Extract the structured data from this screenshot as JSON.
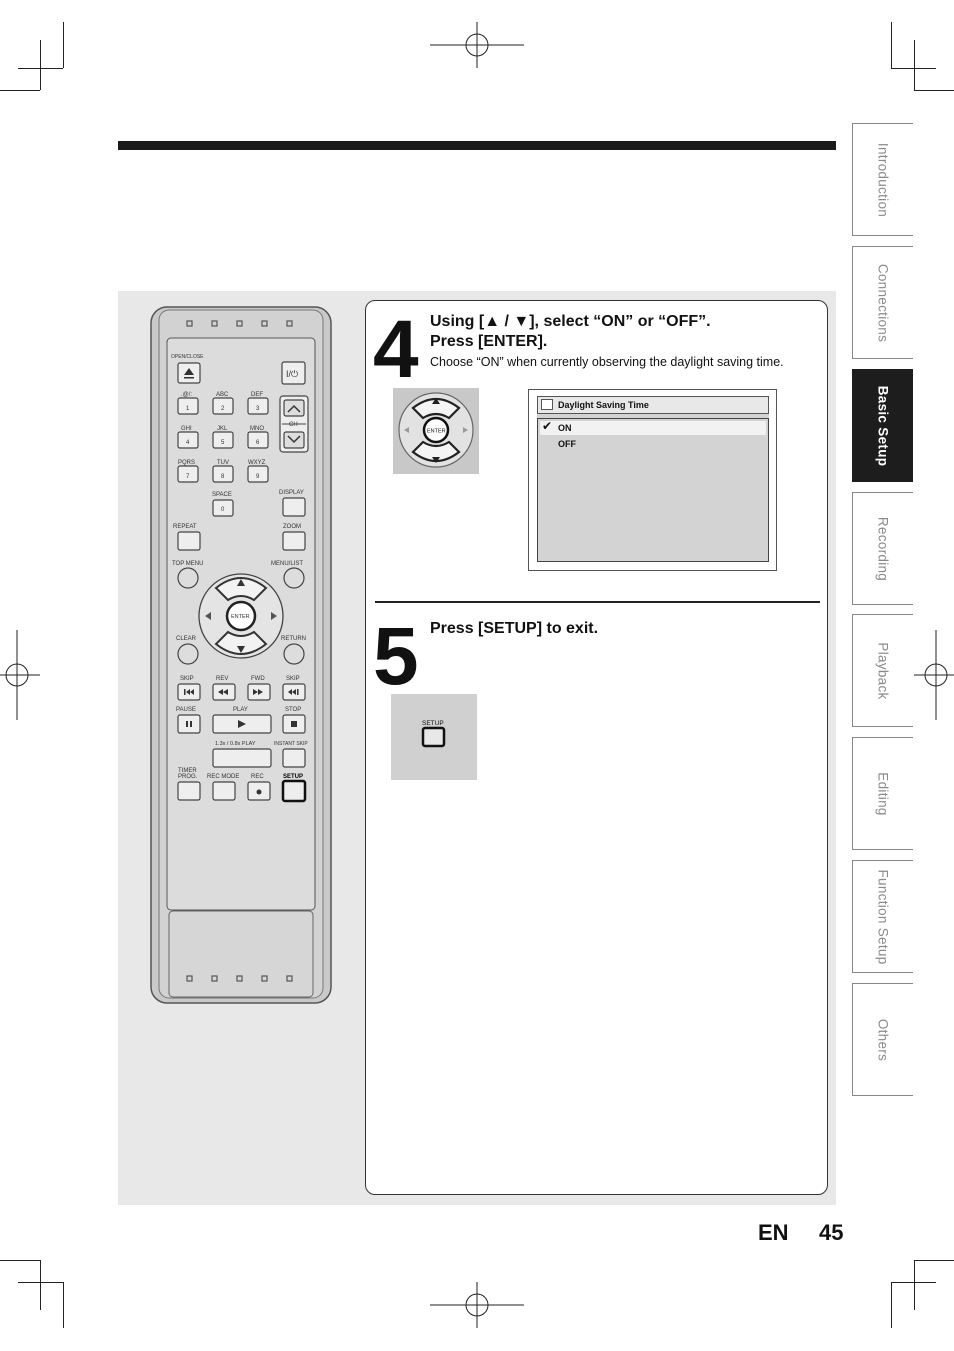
{
  "page": {
    "lang": "EN",
    "number": "45"
  },
  "tabs": [
    {
      "label": "Introduction",
      "active": false
    },
    {
      "label": "Connections",
      "active": false
    },
    {
      "label": "Basic Setup",
      "active": true
    },
    {
      "label": "Recording",
      "active": false
    },
    {
      "label": "Playback",
      "active": false
    },
    {
      "label": "Editing",
      "active": false
    },
    {
      "label": "Function Setup",
      "active": false
    },
    {
      "label": "Others",
      "active": false
    }
  ],
  "steps": {
    "s4": {
      "number": "4",
      "line1": "Using [▲ / ▼], select “ON” or “OFF”.",
      "line2": "Press [ENTER].",
      "note": "Choose “ON” when currently observing the daylight saving time."
    },
    "s5": {
      "number": "5",
      "line1": "Press [SETUP] to exit."
    }
  },
  "screen": {
    "title": "Daylight Saving Time",
    "options": [
      "ON",
      "OFF"
    ],
    "selected": "ON"
  },
  "thumbs": {
    "enter_label": "ENTER",
    "setup_label": "SETUP"
  },
  "remote": {
    "labels": {
      "open_close": "OPEN/CLOSE",
      "power": "I/⏻",
      "k1_top": ".@/:",
      "k2_top": "ABC",
      "k3_top": "DEF",
      "k4_top": "GHI",
      "k5_top": "JKL",
      "k6_top": "MNO",
      "k7_top": "PQRS",
      "k8_top": "TUV",
      "k9_top": "WXYZ",
      "k0_top": "SPACE",
      "k1": "1",
      "k2": "2",
      "k3": "3",
      "k4": "4",
      "k5": "5",
      "k6": "6",
      "k7": "7",
      "k8": "8",
      "k9": "9",
      "k0": "0",
      "ch": "CH",
      "display": "DISPLAY",
      "repeat": "REPEAT",
      "zoom": "ZOOM",
      "top_menu": "TOP MENU",
      "menu_list": "MENU/LIST",
      "enter": "ENTER",
      "clear": "CLEAR",
      "return": "RETURN",
      "skip_l": "SKIP",
      "rev": "REV",
      "fwd": "FWD",
      "skip_r": "SKIP",
      "pause": "PAUSE",
      "play": "PLAY",
      "stop": "STOP",
      "speed": "1.3x / 0.8x PLAY",
      "instant_skip": "INSTANT SKIP",
      "timer_1": "TIMER",
      "timer_2": "PROG.",
      "rec_mode": "REC MODE",
      "rec": "REC",
      "setup": "SETUP"
    }
  }
}
